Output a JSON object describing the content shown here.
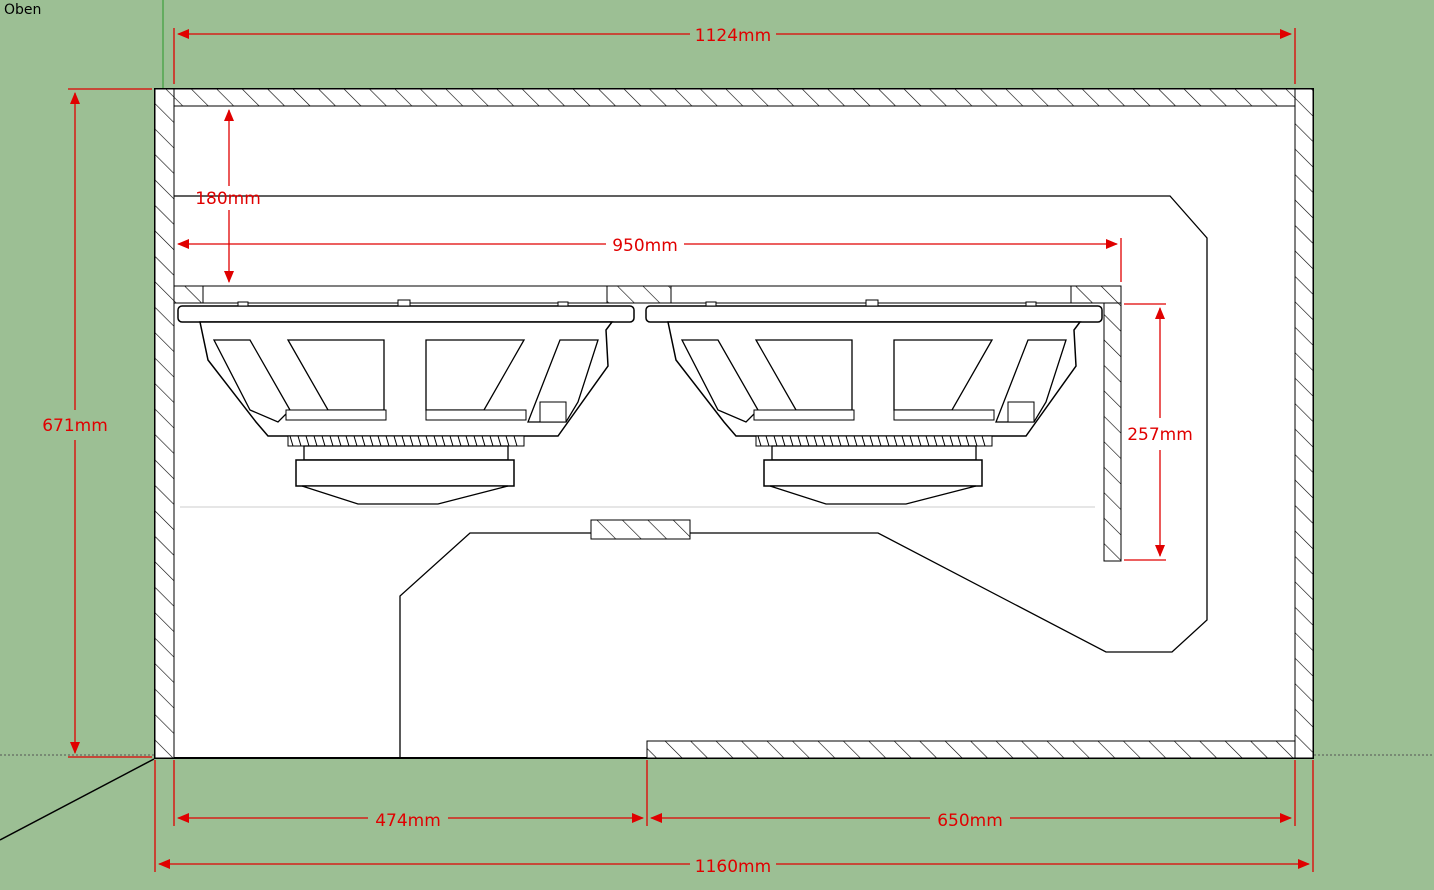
{
  "view": {
    "name": "Oben"
  },
  "dimensions": {
    "top_width": "1124mm",
    "left_height": "671mm",
    "depth_gap": "180mm",
    "baffle_width": "950mm",
    "inner_panel": "257mm",
    "bottom_left": "474mm",
    "bottom_right": "650mm",
    "overall_width": "1160mm"
  },
  "colors": {
    "background": "#9cbf94",
    "dimension": "#e00000",
    "outline": "#000000",
    "panel_fill": "#ffffff"
  }
}
